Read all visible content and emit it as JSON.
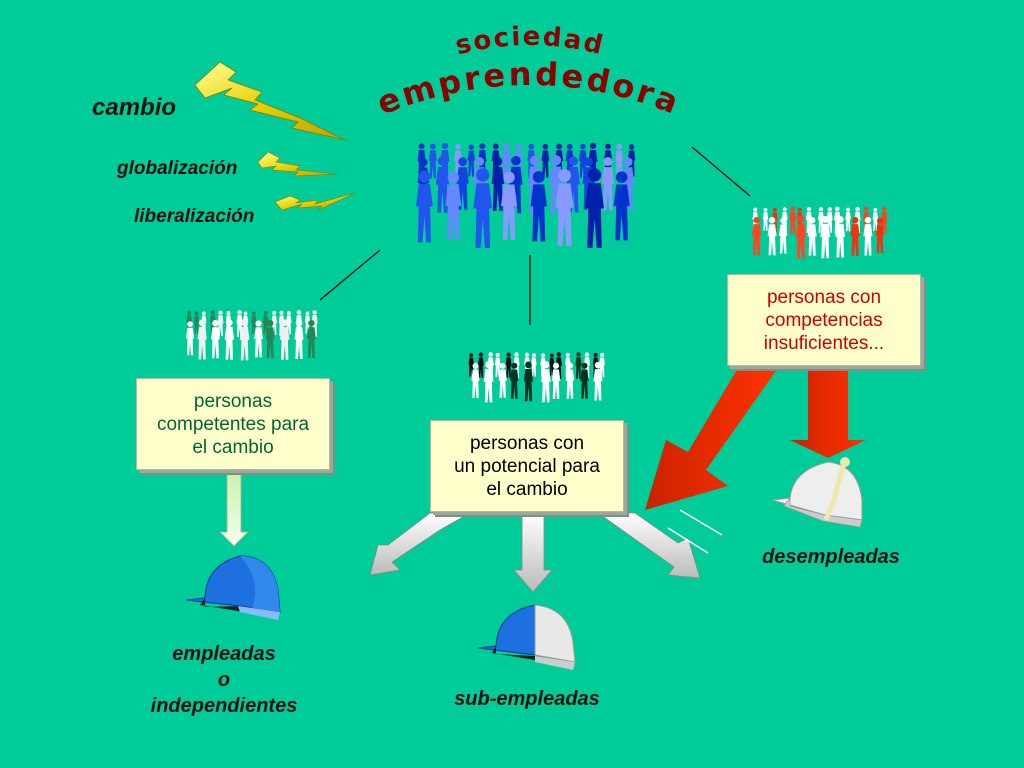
{
  "title": {
    "line1": "sociedad",
    "line2": "emprendedora"
  },
  "forces": {
    "cambio": "cambio",
    "globalizacion": "globalización",
    "liberalizacion": "liberalización"
  },
  "boxes": {
    "competentes": "personas\ncompetentes para\nel cambio",
    "potencial": "personas con\nun potencial para\nel cambio",
    "insuficientes": "personas con\ncompetencias\ninsuficientes..."
  },
  "outcomes": {
    "empleadas": "empleadas\no\nindependientes",
    "subempleadas": "sub-empleadas",
    "desempleadas": "desempleadas"
  },
  "colors": {
    "background": "#00CC99",
    "title": "#8B0000",
    "box_fill": "#FFFFCC",
    "competent_text": "#006633",
    "insufficient_text": "#CC0000",
    "crowd_main": "#0033CC",
    "crowd_red": "#EE3311",
    "helmet_blue": "#1E6FE0"
  }
}
